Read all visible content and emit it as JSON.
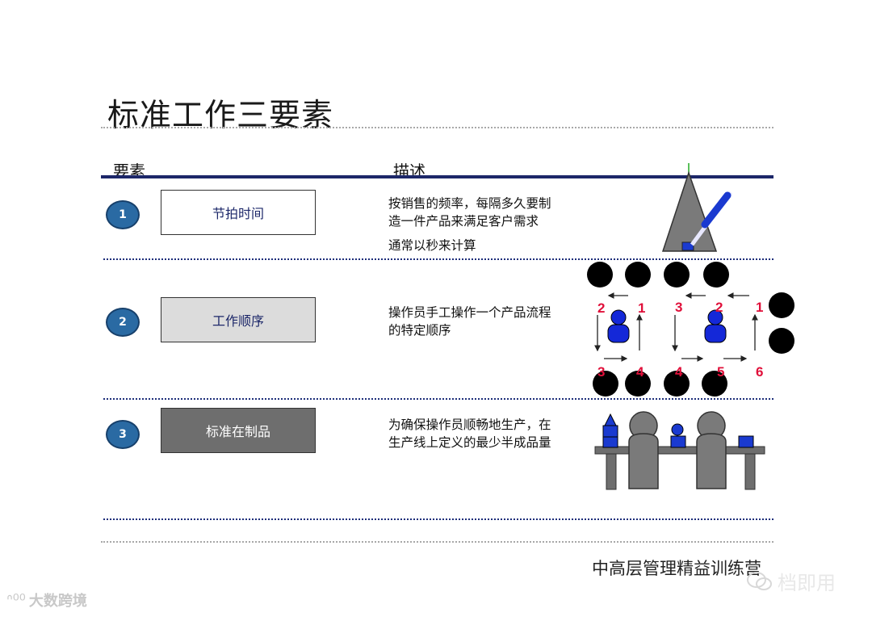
{
  "title": "标准工作三要素",
  "header": {
    "col1": "要素",
    "col2": "描述"
  },
  "rows": [
    {
      "number": "1",
      "box_label": "节拍时间",
      "desc_lines": [
        "按销售的频率，每隔多久要制",
        "造一件产品来满足客户需求"
      ],
      "note": "通常以秒来计算"
    },
    {
      "number": "2",
      "box_label": "工作顺序",
      "desc_lines": [
        "操作员手工操作一个产品流程",
        "的特定顺序"
      ]
    },
    {
      "number": "3",
      "box_label": "标准在制品",
      "desc_lines": [
        "为确保操作员顺畅地生产，在",
        "生产线上定义的最少半成品量"
      ]
    }
  ],
  "diagram2": {
    "step_labels_top": [
      "2",
      "1",
      "3",
      "2",
      "1"
    ],
    "step_labels_bottom": [
      "3",
      "4",
      "4",
      "5",
      "6"
    ]
  },
  "footer": "中高层管理精益训练营",
  "watermark_left": "大数跨境",
  "watermark_right": "档即用",
  "colors": {
    "navy": "#1c2769",
    "circle": "#2a6aa3",
    "red": "#e0103a",
    "blue": "#1030d0"
  }
}
